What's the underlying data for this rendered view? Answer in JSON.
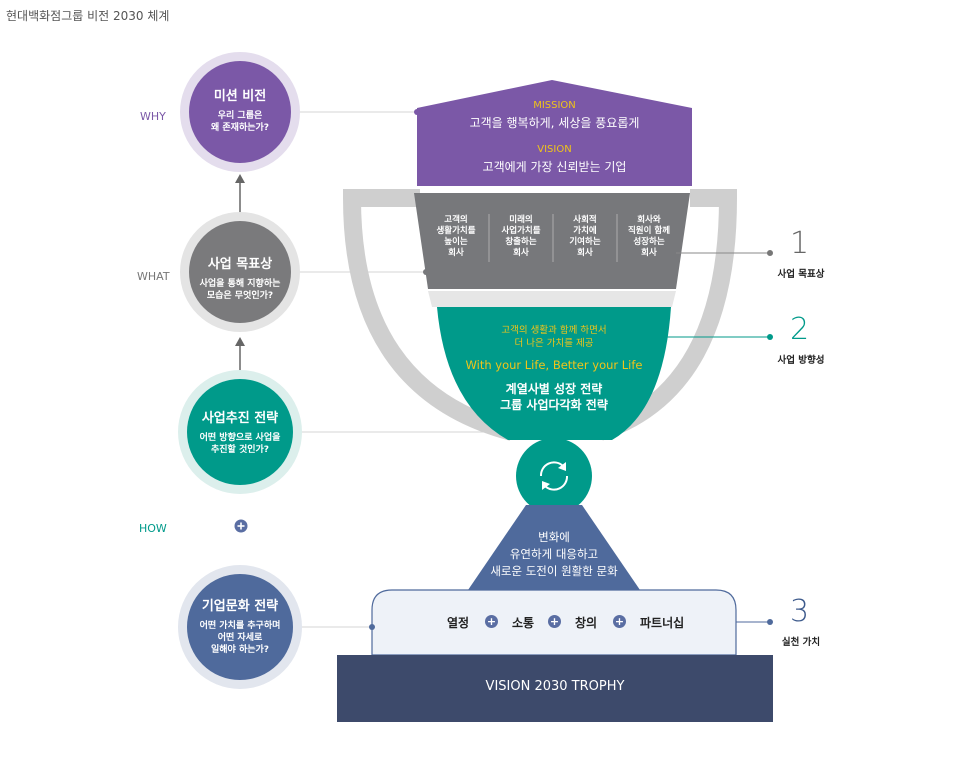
{
  "page_title": "현대백화점그룹 비전 2030 체계",
  "side_labels": {
    "why": "WHY",
    "what": "WHAT",
    "how": "HOW"
  },
  "circles": {
    "mission": {
      "title": "미션 비전",
      "sub": "우리 그룹은\n왜 존재하는가?"
    },
    "goal": {
      "title": "사업 목표상",
      "sub": "사업을 통해 지향하는\n모습은 무엇인가?"
    },
    "strategy": {
      "title": "사업추진 전략",
      "sub": "어떤 방향으로 사업을\n추진할 것인가?"
    },
    "culture": {
      "title": "기업문화 전략",
      "sub": "어떤 가치를 추구하며\n어떤 자세로\n일해야 하는가?"
    }
  },
  "top_banner": {
    "mission_label": "MISSION",
    "mission_text": "고객을 행복하게, 세상을 풍요롭게",
    "vision_label": "VISION",
    "vision_text": "고객에게 가장 신뢰받는 기업"
  },
  "goals": [
    "고객의\n생활가치를\n높이는\n회사",
    "미래의\n사업가치를\n창출하는\n회사",
    "사회적\n가치에\n기여하는\n회사",
    "회사와\n직원이 함께\n성장하는\n회사"
  ],
  "direction": {
    "line1": "고객의 생활과 함께 하면서",
    "line2": "더 나은 가치를 제공",
    "slogan": "With your Life, Better your Life",
    "strategy1": "계열사별 성장 전략",
    "strategy2": "그룹 사업다각화 전략"
  },
  "culture_base": {
    "line1": "변화에",
    "line2": "유연하게 대응하고",
    "line3": "새로운 도전이 원활한 문화"
  },
  "values": [
    "열정",
    "소통",
    "창의",
    "파트너십"
  ],
  "trophy_base": "VISION 2030 TROPHY",
  "markers": [
    {
      "num": "1",
      "label": "사업 목표상"
    },
    {
      "num": "2",
      "label": "사업 방향성"
    },
    {
      "num": "3",
      "label": "실천 가치"
    }
  ],
  "colors": {
    "purple": "#7b58a7",
    "gray": "#6d6e71",
    "teal": "#009a8a",
    "navy": "#3d4a6b",
    "slate": "#4f6a9c",
    "gold": "#f0c419"
  }
}
